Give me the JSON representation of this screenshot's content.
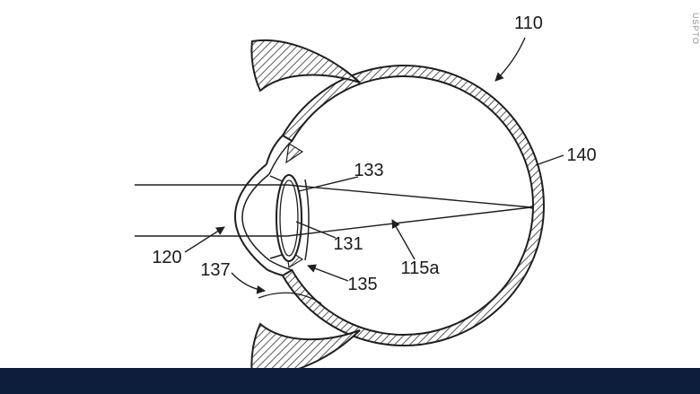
{
  "figure": {
    "watermark": "USPTO",
    "labels": {
      "eyeball": "110",
      "sclera": "140",
      "lens_anterior": "133",
      "lens": "131",
      "light_path": "115a",
      "lens_posterior": "135",
      "lower_eyelid": "137",
      "cornea": "120"
    },
    "colors": {
      "background": "#ffffff",
      "line": "#1f1f1f",
      "footer_bar": "#0c1e3a",
      "watermark_text": "#8f8f8f"
    }
  }
}
